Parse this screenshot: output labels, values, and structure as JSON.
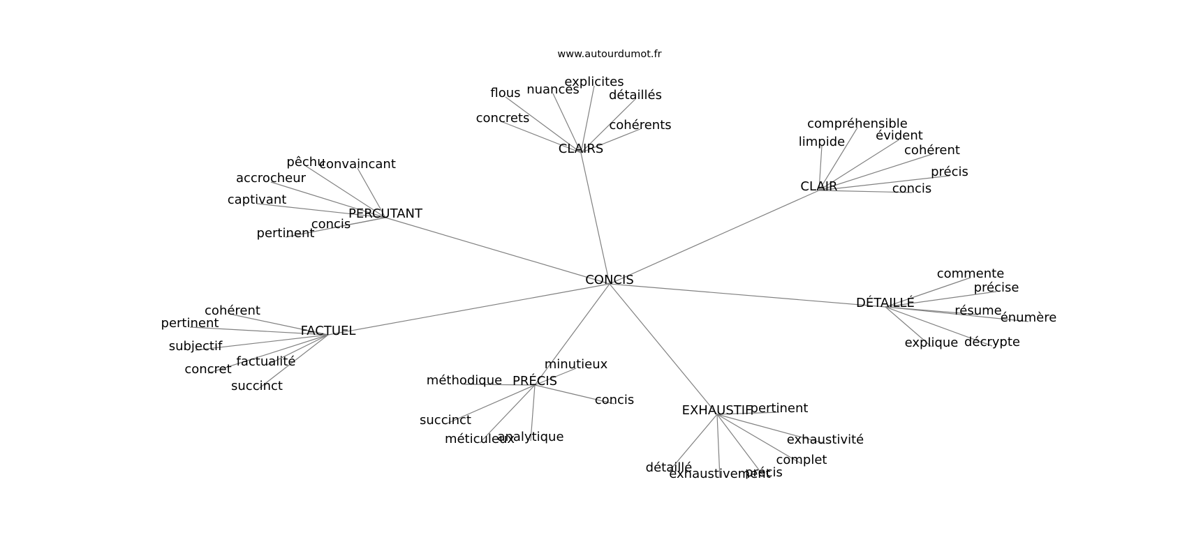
{
  "source": "www.autourdumot.fr",
  "center": "CONCIS",
  "groups": [
    {
      "id": "clairs",
      "label": "CLAIRS",
      "words": [
        "flous",
        "nuances",
        "explicites",
        "détaillés",
        "concrets",
        "cohérents"
      ]
    },
    {
      "id": "clair",
      "label": "CLAIR",
      "words": [
        "compréhensible",
        "limpide",
        "évident",
        "cohérent",
        "précis",
        "concis"
      ]
    },
    {
      "id": "percutant",
      "label": "PERCUTANT",
      "words": [
        "pêchu",
        "convaincant",
        "accrocheur",
        "captivant",
        "concis",
        "pertinent"
      ]
    },
    {
      "id": "detaille",
      "label": "DÉTAILLÉ",
      "words": [
        "commente",
        "précise",
        "résume",
        "énumère",
        "explique",
        "décrypte"
      ]
    },
    {
      "id": "factuel",
      "label": "FACTUEL",
      "words": [
        "cohérent",
        "pertinent",
        "subjectif",
        "factualité",
        "concret",
        "succinct"
      ]
    },
    {
      "id": "precis",
      "label": "PRÉCIS",
      "words": [
        "minutieux",
        "méthodique",
        "concis",
        "succinct",
        "analytique",
        "méticuleux"
      ]
    },
    {
      "id": "exhaustif",
      "label": "EXHAUSTIF",
      "words": [
        "pertinent",
        "exhaustivité",
        "complet",
        "détaillé",
        "exhaustivement",
        "précis"
      ]
    }
  ]
}
